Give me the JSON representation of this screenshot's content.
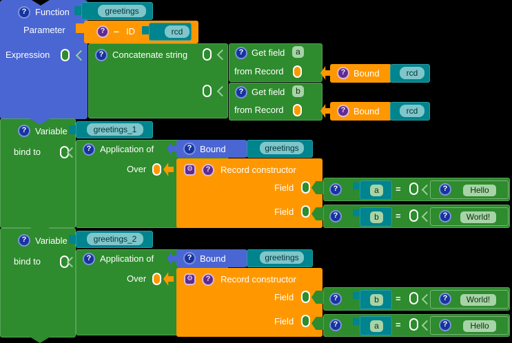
{
  "palette": {
    "background": "#000000",
    "function_blue": "#4a66d2",
    "block_green": "#2e8b2e",
    "block_orange": "#ff9800",
    "block_teal": "#00848e",
    "chip_teal": "#7fc6ca",
    "chip_green": "#a7d4a7",
    "help_blue": "#17349e",
    "help_purple": "#5e2c90"
  },
  "icons": {
    "help_glyph": "?",
    "gear_glyph": "⚙"
  },
  "function_block": {
    "title": "Function",
    "name": "greetings",
    "parameter_label": "Parameter",
    "parameter": {
      "minus": "–",
      "id_label": "ID",
      "name": "rcd"
    },
    "expression_label": "Expression",
    "concatenate": {
      "title": "Concatenate string",
      "items": [
        {
          "title": "Get field",
          "field": "a",
          "from_label": "from Record",
          "bound_title": "Bound",
          "bound_name": "rcd"
        },
        {
          "title": "Get field",
          "field": "b",
          "from_label": "from Record",
          "bound_title": "Bound",
          "bound_name": "rcd"
        }
      ]
    }
  },
  "variables": [
    {
      "title": "Variable",
      "name": "greetings_1",
      "bind_label": "bind to",
      "application_title": "Application of",
      "bound_title": "Bound",
      "bound_name": "greetings",
      "over_label": "Over",
      "constructor_title": "Record constructor",
      "fields": [
        {
          "label": "Field",
          "name": "a",
          "op": "=",
          "value": "Hello"
        },
        {
          "label": "Field",
          "name": "b",
          "op": "=",
          "value": "World!"
        }
      ]
    },
    {
      "title": "Variable",
      "name": "greetings_2",
      "bind_label": "bind to",
      "application_title": "Application of",
      "bound_title": "Bound",
      "bound_name": "greetings",
      "over_label": "Over",
      "constructor_title": "Record constructor",
      "fields": [
        {
          "label": "Field",
          "name": "b",
          "op": "=",
          "value": "World!"
        },
        {
          "label": "Field",
          "name": "a",
          "op": "=",
          "value": "Hello"
        }
      ]
    }
  ]
}
